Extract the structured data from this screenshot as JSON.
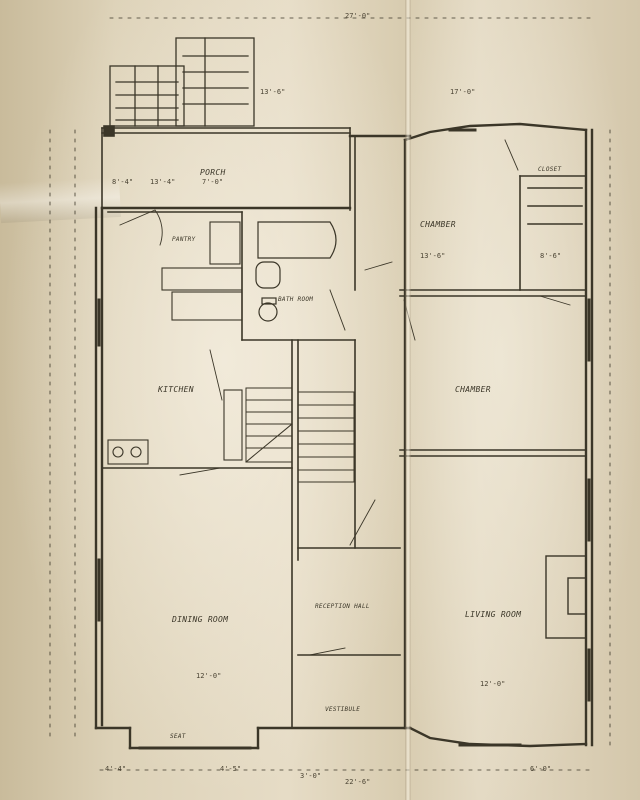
{
  "image": {
    "subject": "Scanned architectural blueprint of a house floor plan with fold crease",
    "colors": {
      "paper": "#e4dac4",
      "ink": "#3b3628",
      "shadow": "#c9bb9b"
    }
  },
  "rooms": [
    {
      "key": "porch",
      "name": "PORCH",
      "dims": "7'-0\""
    },
    {
      "key": "kitchen",
      "name": "KITCHEN"
    },
    {
      "key": "pantry",
      "name": "PANTRY"
    },
    {
      "key": "bath",
      "name": "BATH ROOM"
    },
    {
      "key": "chamber_top",
      "name": "CHAMBER"
    },
    {
      "key": "chamber_mid",
      "name": "CHAMBER"
    },
    {
      "key": "closet",
      "name": "CLOSET"
    },
    {
      "key": "dining",
      "name": "DINING ROOM",
      "dims": "12'-0\""
    },
    {
      "key": "reception",
      "name": "RECEPTION HALL"
    },
    {
      "key": "living",
      "name": "LIVING ROOM",
      "dims": "12'-0\""
    },
    {
      "key": "vestibule",
      "name": "VESTIBULE"
    },
    {
      "key": "seat",
      "name": "SEAT"
    }
  ],
  "dimensions": [
    "27'-0\"",
    "13'-6\"",
    "17'-0\"",
    "8'-4\"",
    "13'-4\"",
    "8'-6\"",
    "13'-6\"",
    "4'-4\"",
    "4'-5\"",
    "22'-6\"",
    "6'-0\"",
    "3'-0\""
  ]
}
